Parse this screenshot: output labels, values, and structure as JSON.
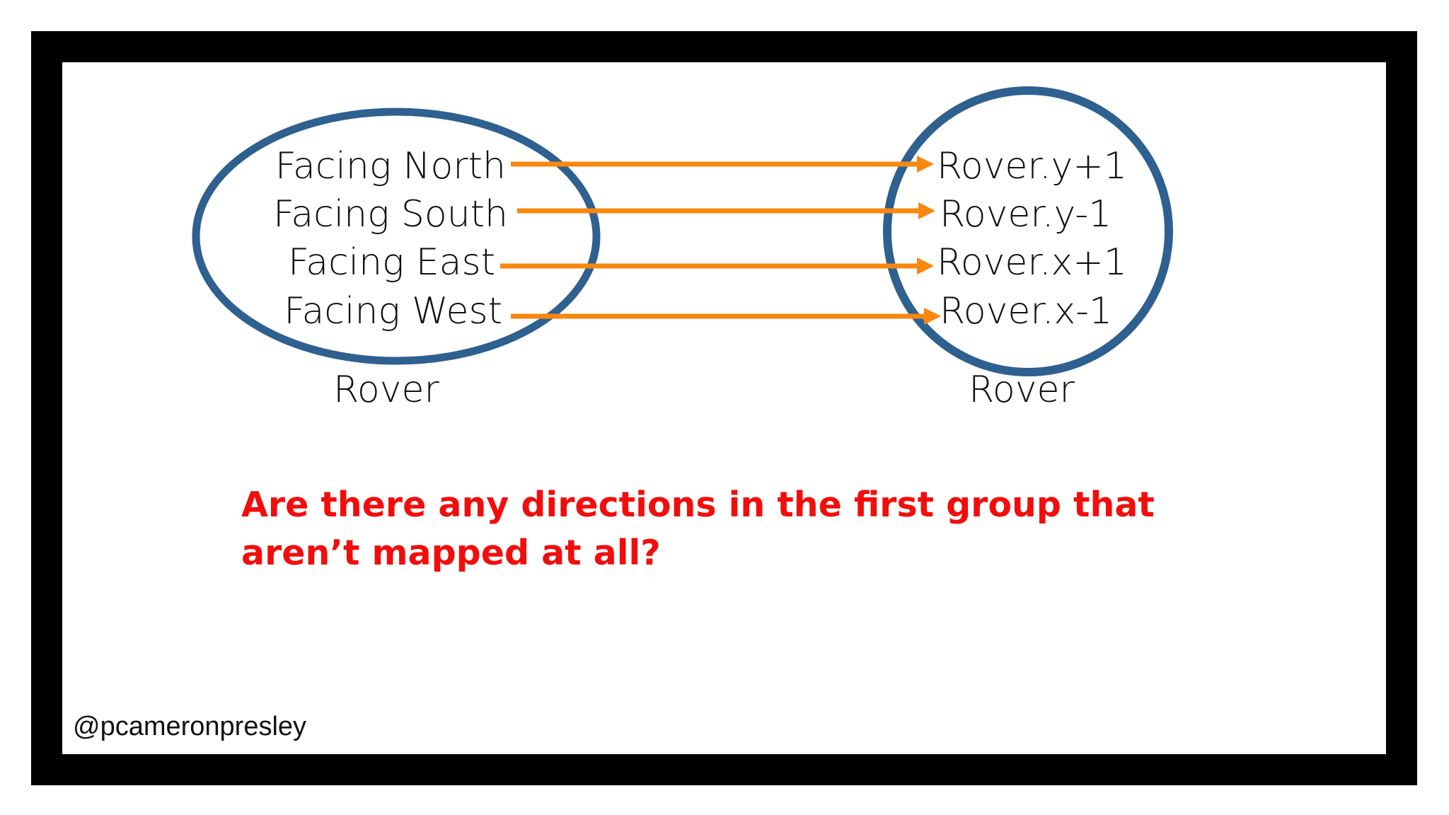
{
  "left_set": {
    "label": "Rover",
    "items": [
      "Facing North",
      "Facing South",
      "Facing East",
      "Facing West"
    ]
  },
  "right_set": {
    "label": "Rover",
    "items": [
      "Rover.y+1",
      "Rover.y-1",
      "Rover.x+1",
      "Rover.x-1"
    ]
  },
  "question": "Are there any directions in the first group that aren’t mapped at all?",
  "handle": "@pcameronpresley",
  "colors": {
    "set_outline": "#2e6090",
    "arrow": "#f7870f",
    "question": "#f20d0d"
  }
}
